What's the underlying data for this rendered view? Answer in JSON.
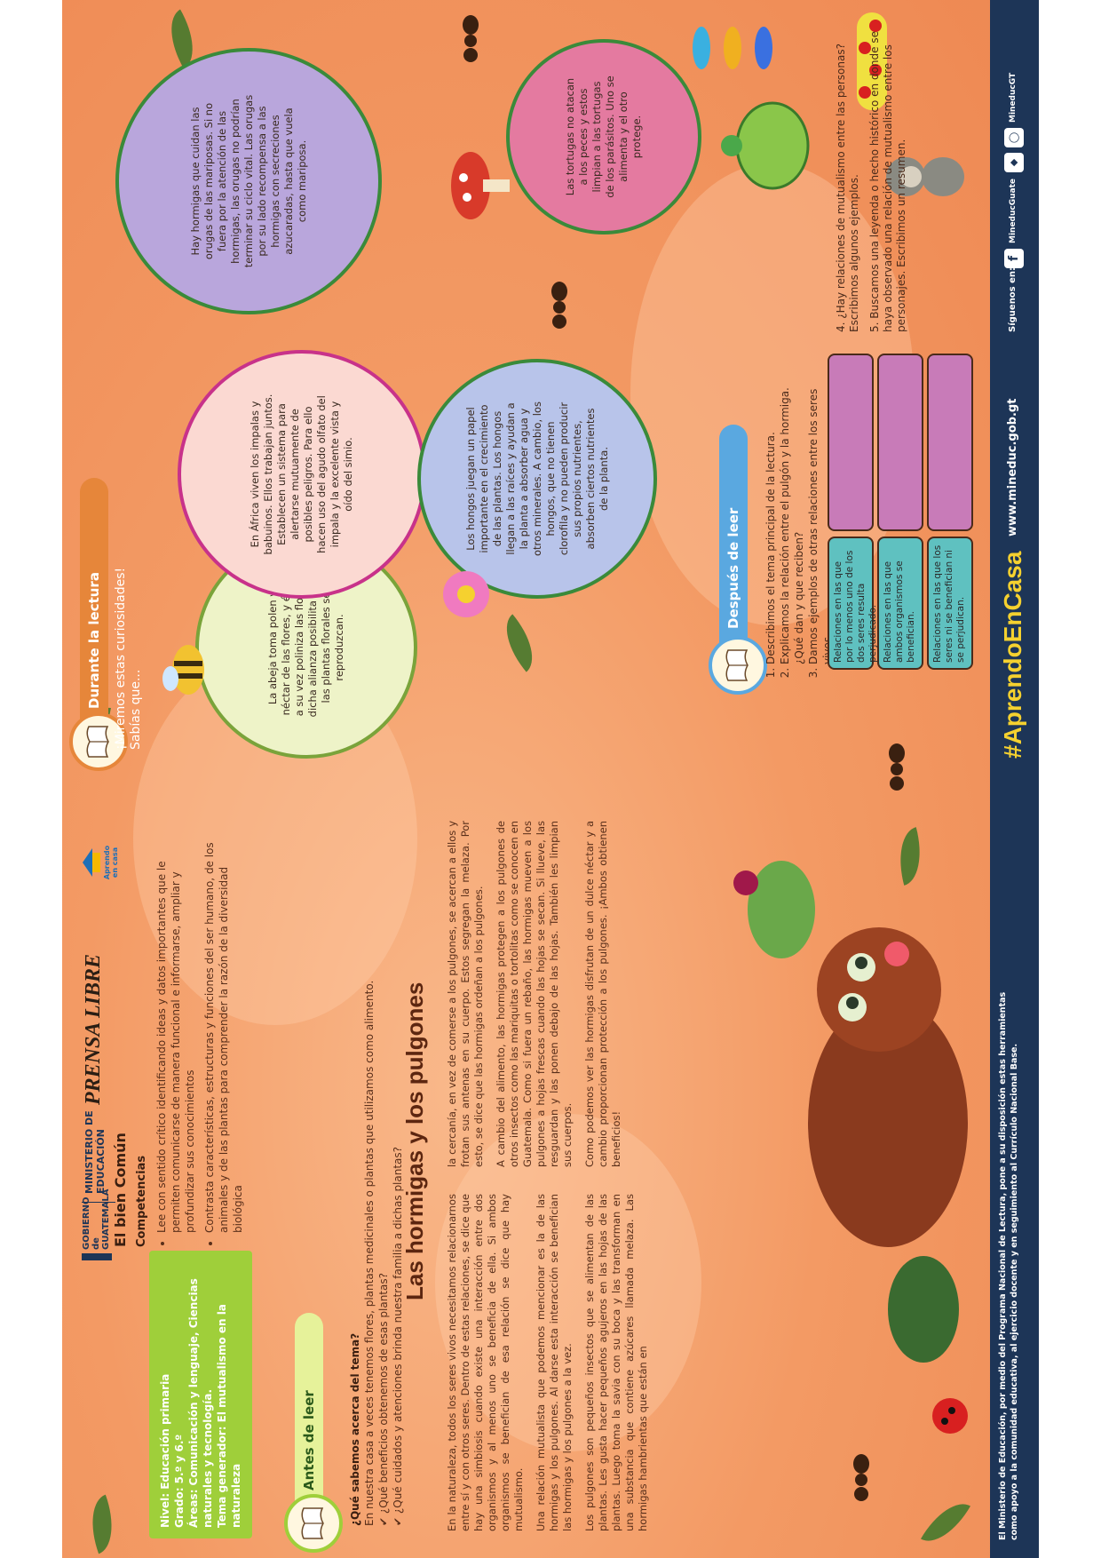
{
  "info": {
    "nivel": "Nivel: Educación primaria",
    "grado": "Grado: 5.º y 6.º",
    "areas": "Áreas: Comunicación y lenguaje, Ciencias naturales y tecnología.",
    "tema": "Tema generador: El mutualismo en la naturaleza"
  },
  "logos": {
    "gobierno": "GOBIERNO de GUATEMALA",
    "ministerio": "MINISTERIO DE EDUCACIÓN",
    "prensa": "PRENSA LIBRE",
    "aprendo": "Aprendo en casa"
  },
  "competencias": {
    "title": "El bien Común",
    "subtitle": "Competencias",
    "items": [
      "Lee con sentido crítico identificando ideas y datos importantes que le permiten comunicarse de manera funcional e informarse, ampliar y profundizar sus conocimientos",
      "Contrasta características, estructuras y funciones del ser humano, de los animales y de las plantas para comprender la razón de la diversidad biológica"
    ]
  },
  "antes": {
    "label": "Antes de leer",
    "question": "¿Qué sabemos acerca del tema?",
    "intro": "En nuestra casa a veces tenemos flores, plantas medicinales o plantas que utilizamos como alimento.",
    "q1": "¿Qué beneficios obtenemos de esas plantas?",
    "q2": "¿Qué cuidados y atenciones brinda nuestra familia a dichas plantas?"
  },
  "story": {
    "title": "Las hormigas y los pulgones",
    "p1": "En la naturaleza, todos los seres vivos necesitamos relacionarnos entre sí y con otros seres. Dentro de estas relaciones, se dice que hay una simbiosis cuando existe una interacción entre dos organismos y al menos uno se beneficia de ella. Si ambos organismos se benefician de esa relación se dice que hay mutualismo.",
    "p2": "Una relación mutualista que podemos mencionar es la de las hormigas y los pulgones. Al darse esta interacción se benefician las hormigas y los pulgones a la vez.",
    "p3": "Los pulgones son pequeños insectos que se alimentan de las plantas. Les gusta hacer pequeños agujeros en las hojas de las plantas. Luego toma la savia con su boca y las transforman en una substancia que contiene azúcares llamada melaza. Las hormigas hambrientas que están en",
    "p4": "la cercanía, en vez de comerse a los pulgones, se acercan a ellos y frotan sus antenas en su cuerpo. Estos segregan la melaza. Por esto, se dice que las hormigas ordeñan a los pulgones.",
    "p5": "A cambio del alimento, las hormigas protegen a los pulgones de otros insectos como las mariquitas o tortolitas como se conocen en Guatemala. Como si fuera un rebaño, las hormigas mueven a los pulgones a hojas frescas cuando las hojas se secan. Si llueve, las resguardan y las ponen debajo de las hojas. También les limpian sus cuerpos.",
    "p6": "Como podemos ver las hormigas disfrutan de un dulce néctar y a cambio proporcionan protección a los pulgones. ¡Ambos obtienen beneficios!"
  },
  "durante": {
    "label": "Durante la lectura",
    "line1": "¡Miremos estas curiosidades!",
    "line2": "Sabías que..."
  },
  "circles": {
    "abeja": "La abeja toma polen y néctar de las flores, y ésta a su vez poliniza las flores. dicha alianza posibilita que las plantas florales se reproduzcan.",
    "impala": "En África viven los impalas y babuinos. Ellos trabajan juntos. Establecen un sistema para alertarse mutuamente de posibles peligros. Para ello hacen uso del agudo olfato del impala y la excelente vista y oído del simio.",
    "hongos": "Los hongos juegan un papel importante en el crecimiento de las plantas. Los hongos llegan a las raíces y ayudan a la planta a absorber agua y otros minerales. A cambio, los hongos, que no tienen clorofila y no pueden producir sus propios nutrientes, absorben ciertos nutrientes de la planta.",
    "mariposa": "Hay hormigas que cuidan las orugas de las mariposas. Si no fuera por la atención de las hormigas, las orugas no podrían terminar su ciclo vital. Las orugas por su lado recompensa a las hormigas con secreciones azucaradas, hasta que vuela como mariposa.",
    "tortuga": "Las tortugas no atacan a los peces y estos limpian a las tortugas de los parásitos. Uno se alimenta y el otro protege."
  },
  "despues": {
    "label": "Después de leer",
    "items": [
      "Describimos el tema principal de la lectura.",
      "Explicamos la relación entre el pulgón y la hormiga. ¿Qué dan y que reciben?",
      "Damos ejemplos de otras relaciones entre los seres vivos."
    ],
    "tiles": [
      "Relaciones en las que por lo menos uno de los dos seres resulta perjudicado.",
      "Relaciones en las que ambos organismos se benefician.",
      "Relaciones en las que los seres ni se benefician ni se perjudican."
    ],
    "q4": "4. ¿Hay relaciones de mutualismo entre las personas? Escribimos algunos ejemplos.",
    "q5": "5. Buscamos una leyenda o hecho histórico en donde se haya observado una relación de mutualismo entre los personajes. Escribimos un resumen."
  },
  "footer": {
    "disclaimer": "El Ministerio de Educación, por medio del Programa Nacional de Lectura, pone a su disposición estas herramientas como apoyo a la comunidad educativa, al ejercicio docente y en seguimiento al Currículo Nacional Base.",
    "hashtag": "#AprendoEnCasa",
    "website": "www.mineduc.gob.gt",
    "follow": "Síguenos en:",
    "handle1": "MineducGuate",
    "handle2": "MineducGT"
  },
  "colors": {
    "background": "#f39a64",
    "accent_green": "#9fcf3a",
    "footer_navy": "#1d3557",
    "hashtag_yellow": "#f5d12f",
    "tile_teal": "#5fc1c0",
    "tile_pink": "#c87bb8"
  }
}
